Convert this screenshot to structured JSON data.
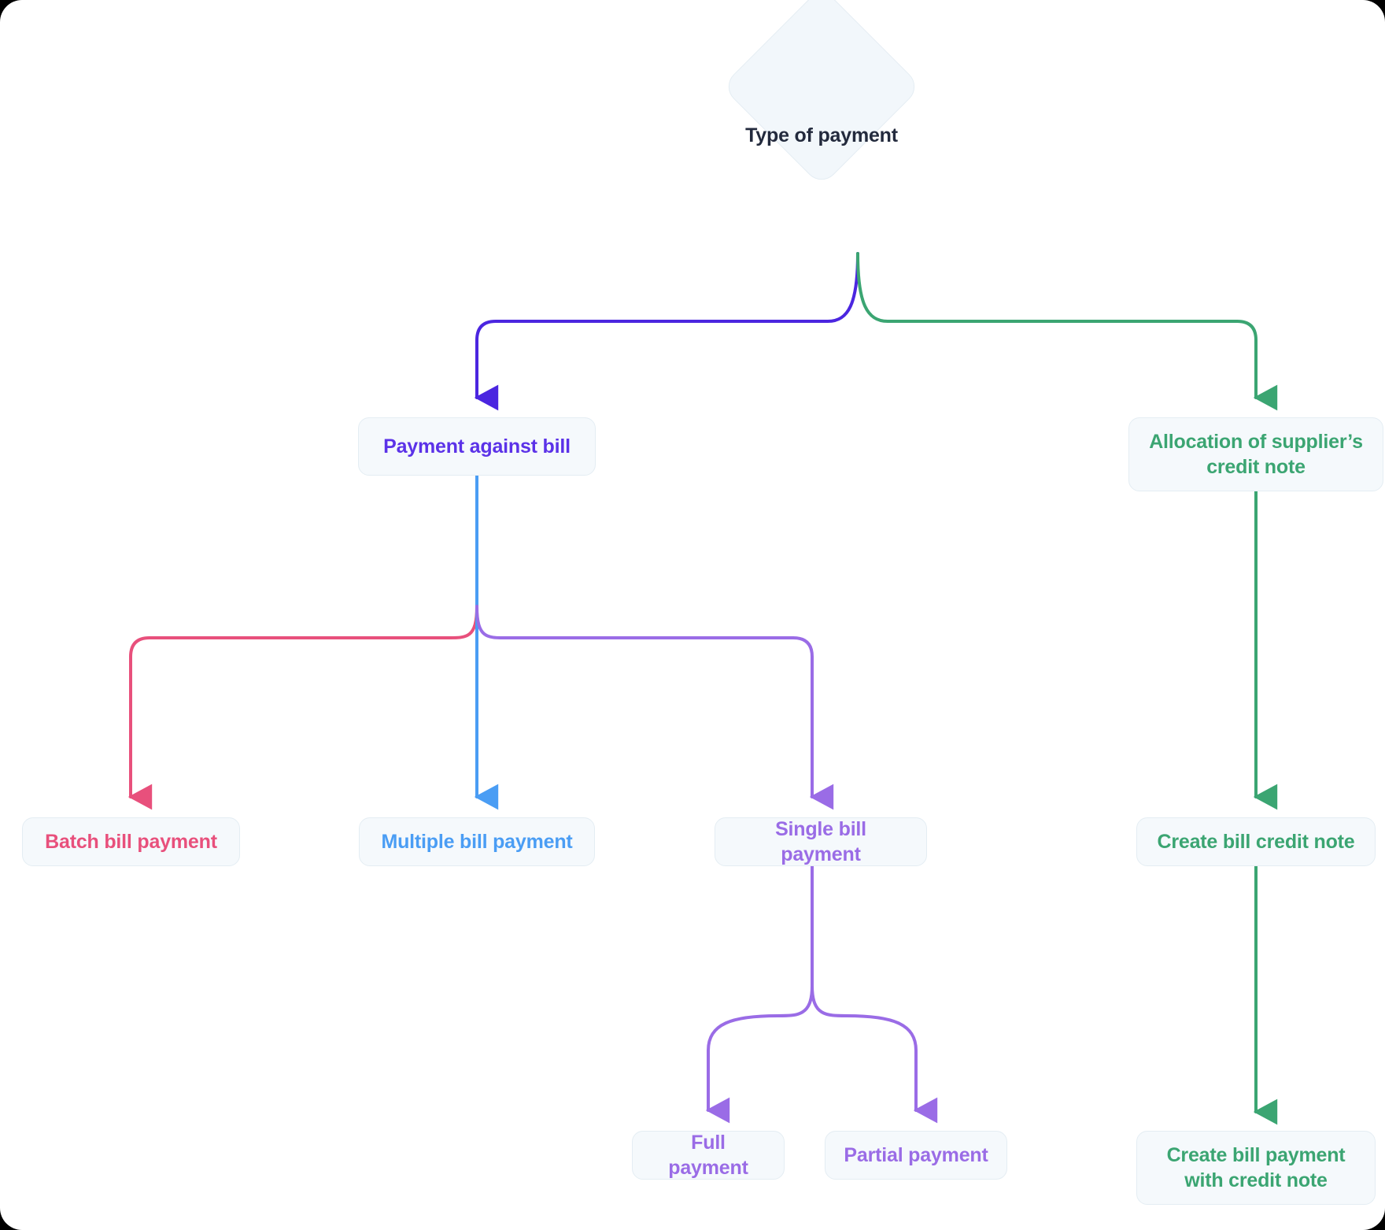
{
  "diagram": {
    "title": "Type of payment flowchart",
    "background": "#ffffff",
    "node_fill": "#f5f9fc",
    "node_border": "#e4edf3",
    "root": {
      "id": "type-of-payment",
      "label": "Type of payment",
      "shape": "diamond",
      "text_color": "#232a3d"
    },
    "nodes": [
      {
        "id": "payment-against-bill",
        "label": "Payment against bill",
        "shape": "rounded-rect",
        "text_color": "#5b32e8"
      },
      {
        "id": "allocation-of-suppliers-credit-note",
        "label": "Allocation of supplier’s credit note",
        "shape": "rounded-rect",
        "text_color": "#3ba572"
      },
      {
        "id": "batch-bill-payment",
        "label": "Batch bill payment",
        "shape": "rounded-rect",
        "text_color": "#e8507c"
      },
      {
        "id": "multiple-bill-payment",
        "label": "Multiple bill payment",
        "shape": "rounded-rect",
        "text_color": "#4a9df4"
      },
      {
        "id": "single-bill-payment",
        "label": "Single bill payment",
        "shape": "rounded-rect",
        "text_color": "#9a6ce6"
      },
      {
        "id": "create-bill-credit-note",
        "label": "Create bill credit note",
        "shape": "rounded-rect",
        "text_color": "#3ba572"
      },
      {
        "id": "full-payment",
        "label": "Full payment",
        "shape": "rounded-rect",
        "text_color": "#9a6ce6"
      },
      {
        "id": "partial-payment",
        "label": "Partial payment",
        "shape": "rounded-rect",
        "text_color": "#9a6ce6"
      },
      {
        "id": "create-bill-payment-with-credit-note",
        "label": "Create bill payment with credit note",
        "shape": "rounded-rect",
        "text_color": "#3ba572"
      }
    ],
    "edges": [
      {
        "from": "type-of-payment",
        "to": "payment-against-bill",
        "color": "#4b26e0",
        "arrow": true
      },
      {
        "from": "type-of-payment",
        "to": "allocation-of-suppliers-credit-note",
        "color": "#3ba572",
        "arrow": true
      },
      {
        "from": "payment-against-bill",
        "to": "batch-bill-payment",
        "color": "#e8507c",
        "arrow": true
      },
      {
        "from": "payment-against-bill",
        "to": "multiple-bill-payment",
        "color": "#4a9df4",
        "arrow": true
      },
      {
        "from": "payment-against-bill",
        "to": "single-bill-payment",
        "color": "#9a6ce6",
        "arrow": true
      },
      {
        "from": "allocation-of-suppliers-credit-note",
        "to": "create-bill-credit-note",
        "color": "#3ba572",
        "arrow": true
      },
      {
        "from": "single-bill-payment",
        "to": "full-payment",
        "color": "#9a6ce6",
        "arrow": true
      },
      {
        "from": "single-bill-payment",
        "to": "partial-payment",
        "color": "#9a6ce6",
        "arrow": true
      },
      {
        "from": "create-bill-credit-note",
        "to": "create-bill-payment-with-credit-note",
        "color": "#3ba572",
        "arrow": true
      }
    ],
    "palette": {
      "violet": "#4b26e0",
      "green": "#3ba572",
      "pink": "#e8507c",
      "blue": "#4a9df4",
      "purple": "#9a6ce6",
      "ink": "#232a3d"
    }
  }
}
